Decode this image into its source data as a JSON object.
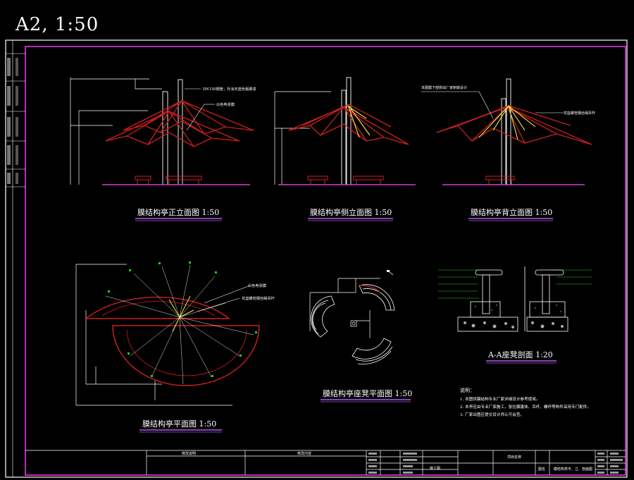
{
  "header": {
    "sheet_label": "A2,  1:50"
  },
  "colors": {
    "background": "#000000",
    "frame": "#ffffff",
    "border": "#cc33cc",
    "canopy": "#cc1f1f",
    "strut": "#ffe94a",
    "ground": "#d040d0",
    "annotation": "#22cc22",
    "underline": "#b05cf0"
  },
  "views": {
    "front_elevation": {
      "title": "膜结构亭正立面图  1:50",
      "note_1": "DN150钢管，外涂天蓝色氟碳漆",
      "note_2": "白色电张膜"
    },
    "side_elevation": {
      "title": "膜结构亭侧立面图  1:50"
    },
    "back_elevation": {
      "title": "膜结构亭背立面图  1:50",
      "note_1": "本图膜下部拼由厂家制做设计",
      "note_2": "花篮螺栓钢丝绳吊杆"
    },
    "plan": {
      "title": "膜结构亭平面图  1:50",
      "note_1": "白色电张膜",
      "note_2": "花篮螺栓钢丝绳吊杆"
    },
    "seat_plan": {
      "title": "膜结构亭座凳平面图  1:50"
    },
    "seat_section": {
      "title": "A-A座凳剖面  1:20"
    }
  },
  "notes": {
    "heading": "说明：",
    "items": [
      "1. 本图供膜结构专业厂家详细设计参考使用。",
      "2. 本亭应由专业厂家施工，张拉膜篷体、吊杆、螺杆等构件采用专门配件。",
      "3. 厂家出图应提交设计师认可会签。"
    ]
  },
  "title_block": {
    "change_record": "修改说明",
    "change_content": "修改内容",
    "design_stage": "施工图",
    "drawing_name": "膜结构亭平、立、剖面图",
    "project_name": "项目名称",
    "drawing_label": "图名"
  }
}
